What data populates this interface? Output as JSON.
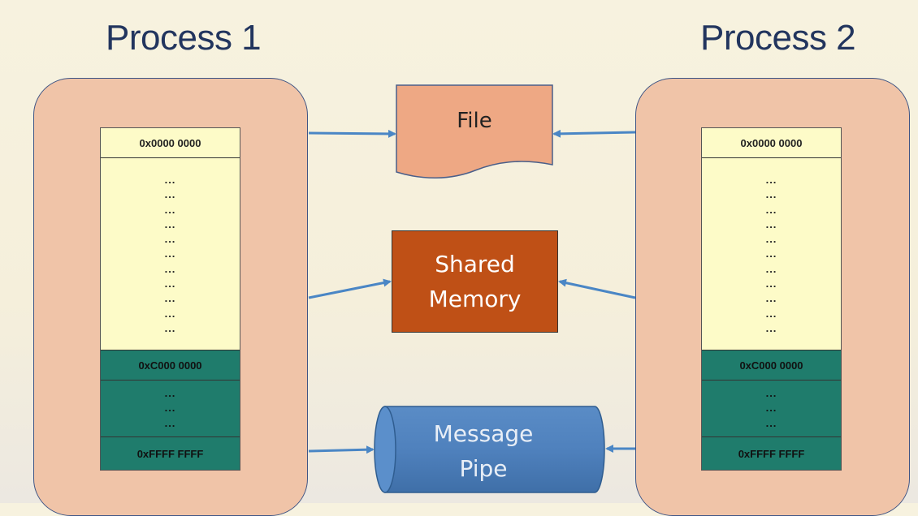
{
  "process1": {
    "title": "Process 1"
  },
  "process2": {
    "title": "Process 2"
  },
  "memory": {
    "start_address": "0x0000 0000",
    "mid_address": "0xC000 0000",
    "end_address": "0xFFFF FFFF",
    "ellipsis": "...",
    "yellow_dot_rows": 11,
    "green_dot_rows": 3
  },
  "ipc": {
    "file": "File",
    "shared_memory_line1": "Shared",
    "shared_memory_line2": "Memory",
    "pipe_line1": "Message",
    "pipe_line2": "Pipe"
  },
  "colors": {
    "process_fill": "#f0c4a8",
    "memory_user": "#fdfbc8",
    "memory_kernel": "#1f7c6c",
    "file_fill": "#eea884",
    "shared_fill": "#bf5016",
    "pipe_fill": "#4f81bd",
    "arrow": "#4a86c5",
    "title": "#22355e"
  }
}
